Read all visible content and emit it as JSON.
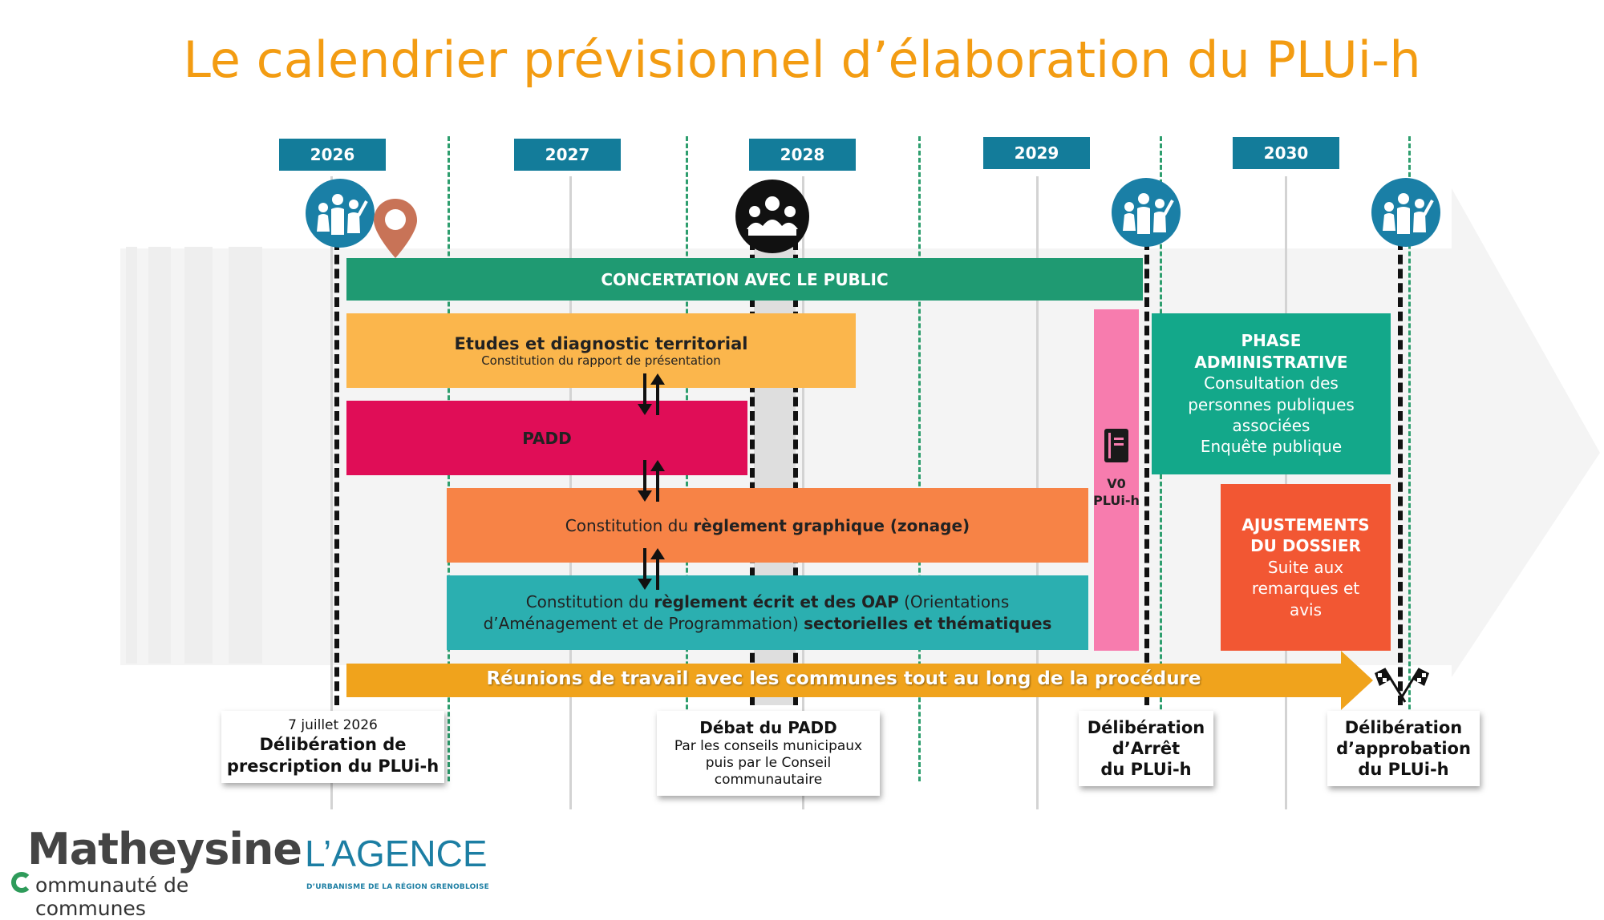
{
  "title": "Le calendrier prévisionnel d’élaboration du PLUi-h",
  "years": [
    "2026",
    "2027",
    "2028",
    "2029",
    "2030"
  ],
  "colors": {
    "title": "#F39C12",
    "year_box": "#137C9A",
    "concertation": "#1F9A72",
    "etudes": "#FBB64C",
    "padd": "#E00D57",
    "zonage": "#F78346",
    "reglement": "#2BAFB0",
    "v0": "#F77CAE",
    "phase_admin": "#13A88A",
    "ajustements": "#F25733",
    "reunions": "#F0A31C",
    "icon": "#1A7FA6"
  },
  "bars": {
    "concertation": "CONCERTATION AVEC LE PUBLIC",
    "etudes": {
      "title": "Etudes et diagnostic territorial",
      "sub": "Constitution du rapport de présentation"
    },
    "padd": "PADD",
    "zonage": {
      "pre": "Constitution du ",
      "bold": "règlement graphique (zonage)"
    },
    "reglement": {
      "pre": "Constitution du ",
      "bold1": "règlement écrit et des OAP",
      "mid1": " (Orientations",
      "mid2": "d’Aménagement et de Programmation) ",
      "bold2": "sectorielles et thématiques"
    },
    "v0": {
      "line1": "V0",
      "line2": "PLUi-h"
    },
    "phase_admin": {
      "title1": "PHASE",
      "title2": "ADMINISTRATIVE",
      "lines": [
        "Consultation des",
        "personnes publiques",
        "associées",
        "Enquête publique"
      ]
    },
    "ajustements": {
      "title1": "AJUSTEMENTS",
      "title2": "DU DOSSIER",
      "lines": [
        "Suite aux",
        "remarques et",
        "avis"
      ]
    },
    "reunions": "Réunions de travail avec les communes tout au long de la procédure"
  },
  "milestones": {
    "prescription": {
      "date": "7 juillet 2026",
      "line1": "Délibération de",
      "line2": "prescription du PLUi-h"
    },
    "debat": {
      "title": "Débat du PADD",
      "lines": [
        "Par les conseils municipaux",
        "puis par le Conseil",
        "communautaire"
      ]
    },
    "arret": {
      "line1": "Délibération",
      "line2": "d’Arrêt",
      "line3": "du PLUi-h"
    },
    "approbation": {
      "line1": "Délibération",
      "line2": "d’approbation",
      "line3": "du PLUi-h"
    }
  },
  "icons": {
    "people": "people-group-icon",
    "pin": "location-pin-icon",
    "meeting": "meeting-icon",
    "document": "document-icon",
    "flags": "checkered-flags-icon"
  },
  "logos": {
    "matheysine_main": "Matheysine",
    "matheysine_sub": "ommunauté de communes",
    "agence_main": "L’AGENCE",
    "agence_sub": "D’URBANISME DE LA RÉGION GRENOBLOISE"
  }
}
